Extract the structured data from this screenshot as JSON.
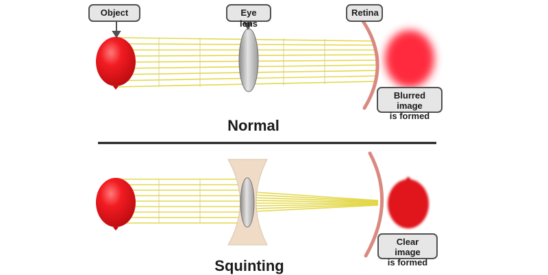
{
  "labels": {
    "object": "Object",
    "eye_lens": "Eye lens",
    "retina": "Retina",
    "blurred_line1": "Blurred image",
    "blurred_line2": "is formed",
    "clear_line1": "Clear image",
    "clear_line2": "is formed"
  },
  "headings": {
    "top": "Normal",
    "bottom": "Squinting"
  },
  "colors": {
    "balloon": "#e8141a",
    "rays": "#e3d84a",
    "retina": "#d98a80",
    "lens_glass": "#b9b9b9",
    "squint_lids": "#f0dcc6",
    "divider": "#111111"
  }
}
